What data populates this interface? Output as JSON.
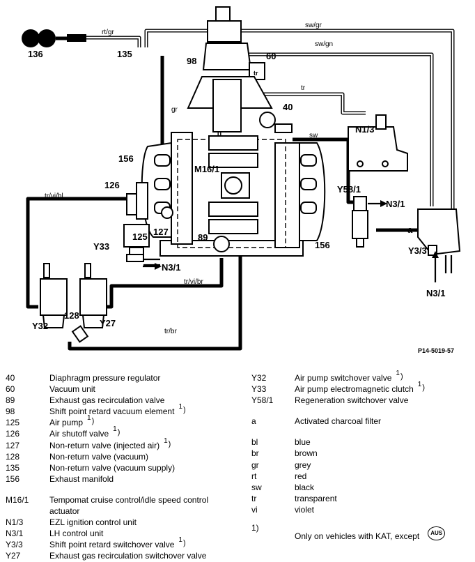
{
  "diagram": {
    "labels": {
      "l136": "136",
      "l135": "135",
      "l98": "98",
      "l60": "60",
      "l40": "40",
      "l156a": "156",
      "l156b": "156",
      "l126": "126",
      "l127": "127",
      "l125": "125",
      "l89": "89",
      "lM161": "M16/1",
      "lN13": "N1/3",
      "lY581": "Y58/1",
      "lN31a": "N3/1",
      "lN31b": "N3/1",
      "lN31c": "N3/1",
      "lY33": "Y33",
      "lY32": "Y32",
      "lY27": "Y27",
      "l128": "128",
      "lY33b": "Y3/3",
      "la": "a",
      "ltr_small": "tr"
    },
    "wires": {
      "rtgr": "rt/gr",
      "swgr": "sw/gr",
      "swgn": "sw/gn",
      "gr": "gr",
      "tr": "tr",
      "sw": "sw",
      "trvibl": "tr/vi/bl",
      "trvibr": "tr/vi/br",
      "trbr": "tr/br"
    },
    "reference": "P14-5019-57"
  },
  "legend": {
    "footnote_mark": "1",
    "left": [
      {
        "code": "40",
        "desc": "Diaphragm pressure regulator",
        "fn": false
      },
      {
        "code": "60",
        "desc": "Vacuum unit",
        "fn": false
      },
      {
        "code": "89",
        "desc": "Exhaust gas recirculation valve",
        "fn": false
      },
      {
        "code": "98",
        "desc": "Shift point retard vacuum element",
        "fn": true
      },
      {
        "code": "125",
        "desc": "Air pump",
        "fn": true
      },
      {
        "code": "126",
        "desc": "Air shutoff valve",
        "fn": true
      },
      {
        "code": "127",
        "desc": "Non-return valve (injected air)",
        "fn": true
      },
      {
        "code": "128",
        "desc": "Non-return valve (vacuum)",
        "fn": false
      },
      {
        "code": "135",
        "desc": "Non-return valve (vacuum supply)",
        "fn": false
      },
      {
        "code": "156",
        "desc": "Exhaust manifold",
        "fn": false
      }
    ],
    "left2": [
      {
        "code": "M16/1",
        "desc": "Tempomat cruise control/idle speed control",
        "fn": false
      },
      {
        "code": "",
        "desc": "actuator",
        "fn": false
      },
      {
        "code": "N1/3",
        "desc": "EZL ignition control unit",
        "fn": false
      },
      {
        "code": "N3/1",
        "desc": "LH control unit",
        "fn": false
      },
      {
        "code": "Y3/3",
        "desc": "Shift point retard switchover valve",
        "fn": true
      },
      {
        "code": "Y27",
        "desc": "Exhaust gas recirculation switchover valve",
        "fn": false
      }
    ],
    "right": [
      {
        "code": "Y32",
        "desc": "Air pump switchover valve",
        "fn": true
      },
      {
        "code": "Y33",
        "desc": "Air pump electromagnetic clutch",
        "fn": true
      },
      {
        "code": "Y58/1",
        "desc": "Regeneration switchover valve",
        "fn": false
      }
    ],
    "right_a": {
      "code": "a",
      "desc": "Activated charcoal filter"
    },
    "colors": [
      {
        "code": "bl",
        "desc": "blue"
      },
      {
        "code": "br",
        "desc": "brown"
      },
      {
        "code": "gr",
        "desc": "grey"
      },
      {
        "code": "rt",
        "desc": "red"
      },
      {
        "code": "sw",
        "desc": "black"
      },
      {
        "code": "tr",
        "desc": "transparent"
      },
      {
        "code": "vi",
        "desc": "violet"
      }
    ],
    "footnote": {
      "mark": "1",
      "text": "Only on vehicles with KAT, except",
      "badge": "AUS"
    }
  }
}
